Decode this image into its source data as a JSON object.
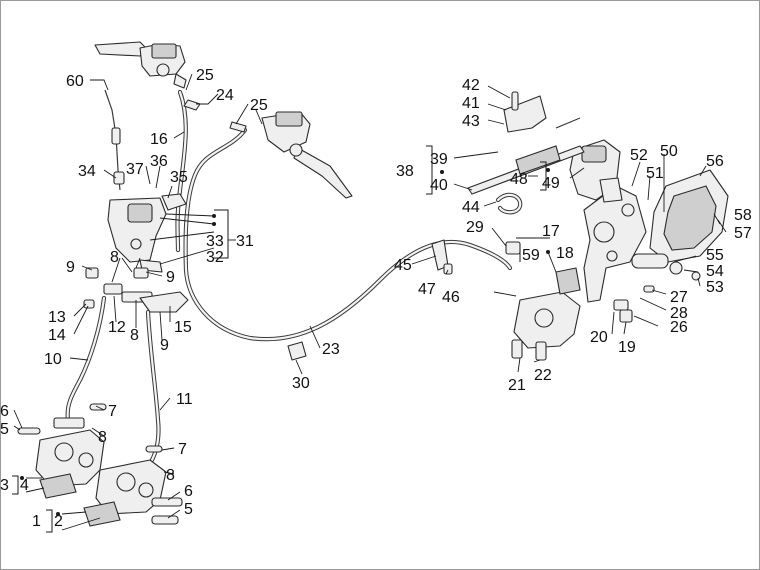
{
  "callouts": [
    {
      "id": "c1",
      "text": "1"
    },
    {
      "id": "c2",
      "text": "2"
    },
    {
      "id": "c3",
      "text": "3"
    },
    {
      "id": "c4",
      "text": "4"
    },
    {
      "id": "c5a",
      "text": "5"
    },
    {
      "id": "c5b",
      "text": "5"
    },
    {
      "id": "c6a",
      "text": "6"
    },
    {
      "id": "c6b",
      "text": "6"
    },
    {
      "id": "c7a",
      "text": "7"
    },
    {
      "id": "c7b",
      "text": "7"
    },
    {
      "id": "c8a",
      "text": "8"
    },
    {
      "id": "c8b",
      "text": "8"
    },
    {
      "id": "c8c",
      "text": "8"
    },
    {
      "id": "c8d",
      "text": "8"
    },
    {
      "id": "c9a",
      "text": "9"
    },
    {
      "id": "c9b",
      "text": "9"
    },
    {
      "id": "c9c",
      "text": "9"
    },
    {
      "id": "c10",
      "text": "10"
    },
    {
      "id": "c11",
      "text": "11"
    },
    {
      "id": "c12",
      "text": "12"
    },
    {
      "id": "c13",
      "text": "13"
    },
    {
      "id": "c14",
      "text": "14"
    },
    {
      "id": "c15",
      "text": "15"
    },
    {
      "id": "c16",
      "text": "16"
    },
    {
      "id": "c17",
      "text": "17"
    },
    {
      "id": "c18",
      "text": "18"
    },
    {
      "id": "c19",
      "text": "19"
    },
    {
      "id": "c20",
      "text": "20"
    },
    {
      "id": "c21",
      "text": "21"
    },
    {
      "id": "c22",
      "text": "22"
    },
    {
      "id": "c23",
      "text": "23"
    },
    {
      "id": "c24",
      "text": "24"
    },
    {
      "id": "c25a",
      "text": "25"
    },
    {
      "id": "c25b",
      "text": "25"
    },
    {
      "id": "c26",
      "text": "26"
    },
    {
      "id": "c27",
      "text": "27"
    },
    {
      "id": "c28",
      "text": "28"
    },
    {
      "id": "c29",
      "text": "29"
    },
    {
      "id": "c30",
      "text": "30"
    },
    {
      "id": "c31",
      "text": "31"
    },
    {
      "id": "c32",
      "text": "32"
    },
    {
      "id": "c33",
      "text": "33"
    },
    {
      "id": "c34",
      "text": "34"
    },
    {
      "id": "c35",
      "text": "35"
    },
    {
      "id": "c36",
      "text": "36"
    },
    {
      "id": "c37",
      "text": "37"
    },
    {
      "id": "c38",
      "text": "38"
    },
    {
      "id": "c39",
      "text": "39"
    },
    {
      "id": "c40",
      "text": "40"
    },
    {
      "id": "c41",
      "text": "41"
    },
    {
      "id": "c42",
      "text": "42"
    },
    {
      "id": "c43",
      "text": "43"
    },
    {
      "id": "c44",
      "text": "44"
    },
    {
      "id": "c45",
      "text": "45"
    },
    {
      "id": "c46",
      "text": "46"
    },
    {
      "id": "c47",
      "text": "47"
    },
    {
      "id": "c48",
      "text": "48"
    },
    {
      "id": "c49",
      "text": "49"
    },
    {
      "id": "c50",
      "text": "50"
    },
    {
      "id": "c51",
      "text": "51"
    },
    {
      "id": "c52",
      "text": "52"
    },
    {
      "id": "c53",
      "text": "53"
    },
    {
      "id": "c54",
      "text": "54"
    },
    {
      "id": "c55",
      "text": "55"
    },
    {
      "id": "c56",
      "text": "56"
    },
    {
      "id": "c57",
      "text": "57"
    },
    {
      "id": "c58",
      "text": "58"
    },
    {
      "id": "c59",
      "text": "59"
    },
    {
      "id": "c60",
      "text": "60"
    }
  ]
}
